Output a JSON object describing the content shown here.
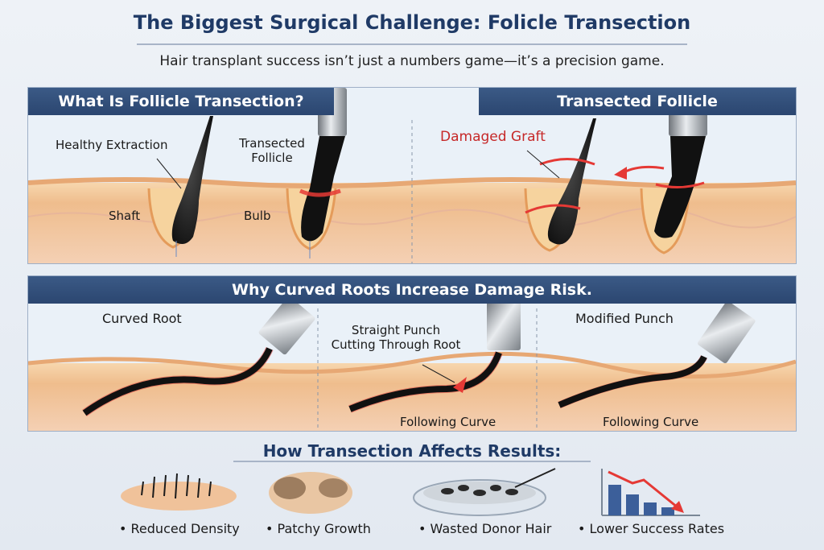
{
  "header": {
    "title": "The Biggest Surgical Challenge: Folicle Transection",
    "subtitle": "Hair transplant success isn’t just a numbers game—it’s a precision game."
  },
  "panel1": {
    "bar_left": "What Is Follicle Transection?",
    "bar_right": "Transected Follicle",
    "label_healthy": "Healthy Extraction",
    "label_transected_line1": "Transected",
    "label_transected_line2": "Follicle",
    "label_shaft": "Shaft",
    "label_bulb": "Bulb",
    "label_damaged": "Damaged Graft"
  },
  "panel2": {
    "bar": "Why Curved Roots Increase Damage Risk.",
    "label_curved_root": "Curved Root",
    "label_straight_line1": "Straight Punch",
    "label_straight_line2": "Cutting Through Root",
    "label_following_1": "Following Curve",
    "label_modified": "Modified Punch",
    "label_following_2": "Following Curve"
  },
  "results": {
    "title": "How Transection Affects Results:",
    "items": [
      {
        "label": "• Reduced Density"
      },
      {
        "label": "• Patchy Growth"
      },
      {
        "label": "• Wasted Donor Hair"
      },
      {
        "label": "• Lower Success Rates"
      }
    ]
  },
  "colors": {
    "navy": "#2b4670",
    "skin": "#f3c89a",
    "dermis": "#f0b98c",
    "hair": "#1b1b1b",
    "damage": "#e53935"
  }
}
